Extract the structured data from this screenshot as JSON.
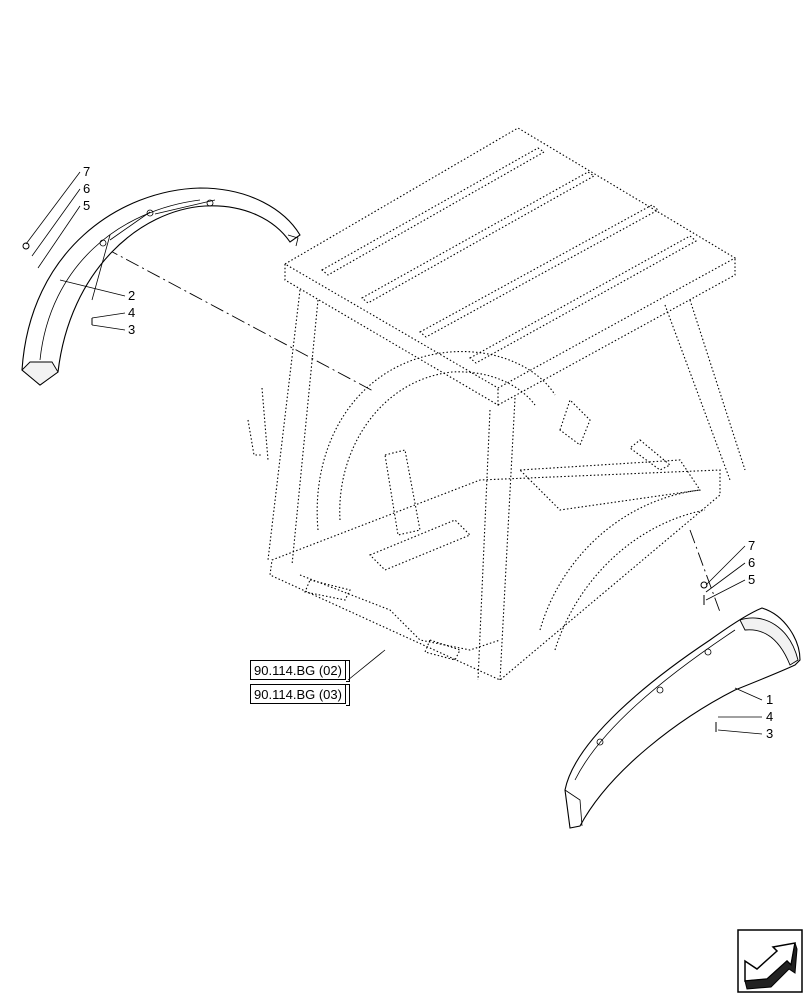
{
  "callouts": {
    "left_top": [
      "7",
      "6",
      "5"
    ],
    "left_bottom": [
      "2",
      "4",
      "3"
    ],
    "right_top": [
      "7",
      "6",
      "5"
    ],
    "right_bottom": [
      "1",
      "4",
      "3"
    ]
  },
  "references": [
    "90.114.BG (02)",
    "90.114.BG (03)"
  ],
  "icons": {
    "navigation": "next-page-arrow-icon"
  }
}
